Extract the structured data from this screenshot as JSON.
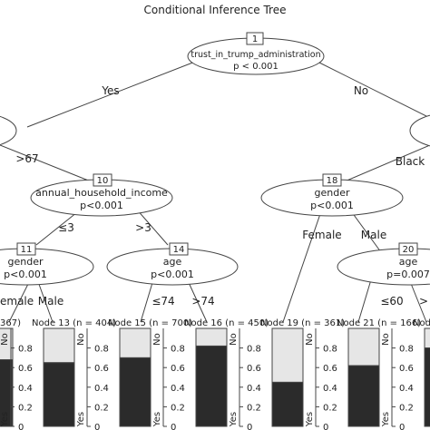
{
  "title": "Conditional Inference Tree",
  "nodes": [
    {
      "id": "n1",
      "number": "1",
      "variable": "trust_in_trump_administration",
      "p": "p < 0.001"
    },
    {
      "id": "n_left",
      "number": "",
      "variable": "",
      "p": ""
    },
    {
      "id": "n_right",
      "number": "",
      "variable": "",
      "p": ""
    },
    {
      "id": "n10",
      "number": "10",
      "variable": "annual_household_income",
      "p": "p<0.001"
    },
    {
      "id": "n18",
      "number": "18",
      "variable": "gender",
      "p": "p<0.001"
    },
    {
      "id": "n11",
      "number": "11",
      "variable": "gender",
      "p": "p<0.001"
    },
    {
      "id": "n14",
      "number": "14",
      "variable": "age",
      "p": "p<0.001"
    },
    {
      "id": "n20",
      "number": "20",
      "variable": "age",
      "p": "p=0.007"
    }
  ],
  "edge_labels": [
    {
      "id": "e_yes",
      "text": "Yes"
    },
    {
      "id": "e_no",
      "text": "No"
    },
    {
      "id": "e_gt67",
      "text": ">67"
    },
    {
      "id": "e_black",
      "text": "Black"
    },
    {
      "id": "e_le3",
      "text": "≤3"
    },
    {
      "id": "e_gt3",
      "text": ">3"
    },
    {
      "id": "e_female18",
      "text": "Female"
    },
    {
      "id": "e_male18",
      "text": "Male"
    },
    {
      "id": "e_female11",
      "text": "emale"
    },
    {
      "id": "e_male11",
      "text": "Male"
    },
    {
      "id": "e_le74",
      "text": "≤74"
    },
    {
      "id": "e_gt74",
      "text": ">74"
    },
    {
      "id": "e_le60",
      "text": "≤60"
    },
    {
      "id": "e_gt60",
      "text": ">"
    }
  ],
  "terminal_nodes": [
    {
      "id": "t12",
      "label": "367)",
      "yes": 0.68
    },
    {
      "id": "t13",
      "label": "Node 13 (n = 404)",
      "yes": 0.65
    },
    {
      "id": "t15",
      "label": "Node 15 (n = 700)",
      "yes": 0.7
    },
    {
      "id": "t16",
      "label": "Node 16 (n = 450)",
      "yes": 0.82
    },
    {
      "id": "t19",
      "label": "Node 19 (n = 361)",
      "yes": 0.45
    },
    {
      "id": "t21",
      "label": "Node 21 (n = 166)",
      "yes": 0.62
    },
    {
      "id": "t22",
      "label": "Node 2",
      "yes": 0.8
    }
  ],
  "axis_ticks": [
    "0",
    "0.2",
    "0.4",
    "0.6",
    "0.8"
  ],
  "category_labels": {
    "top": "No",
    "bottom": "Yes"
  },
  "colors": {
    "yes_fill": "#2b2b2b",
    "no_fill": "#e6e6e6",
    "line": "#444444"
  }
}
